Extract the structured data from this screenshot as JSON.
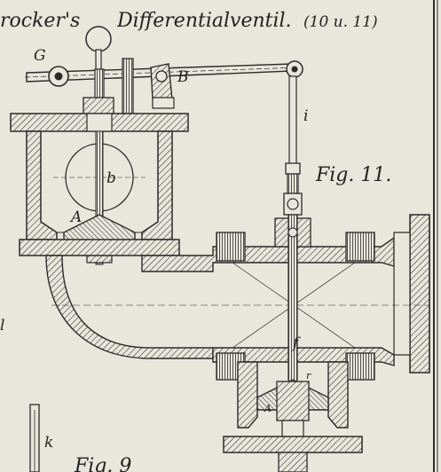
{
  "title": {
    "part1": "rocker's",
    "part2": "Differentialventil.",
    "part3": "(10 u. 11)"
  },
  "figure_label": "Fig. 11.",
  "figure_label_bottom": "Fig. 9",
  "labels": {
    "G": "G",
    "B": "B",
    "i": "i",
    "b": "b",
    "A_upper": "A",
    "f": "f",
    "r": "r",
    "A_lower": "A",
    "k": "k",
    "left_margin": "l"
  },
  "colors": {
    "paper": "#e9e6dc",
    "ink": "#2a2a2a"
  }
}
